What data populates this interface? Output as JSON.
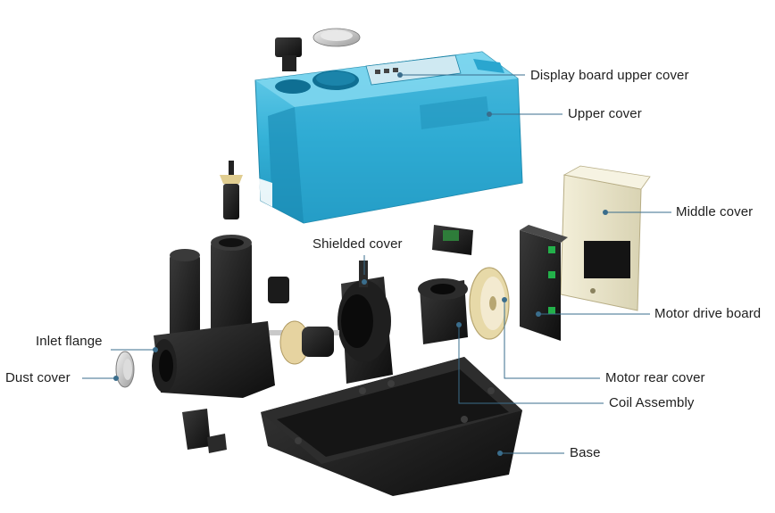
{
  "labels": {
    "display_board_upper_cover": "Display board upper cover",
    "upper_cover": "Upper cover",
    "middle_cover": "Middle cover",
    "shielded_cover": "Shielded cover",
    "motor_drive_board": "Motor drive board",
    "inlet_flange": "Inlet flange",
    "dust_cover": "Dust cover",
    "motor_rear_cover": "Motor rear cover",
    "coil_assembly": "Coil Assembly",
    "base": "Base"
  },
  "colors": {
    "leader_line": "#3a6d8c",
    "upper_cover": "#3cb6dc",
    "middle_cover": "#e8e3c8",
    "dark_parts": "#1c1c1c",
    "impeller": "#e6d3a0",
    "motor_rear_cover": "#e7d9a8"
  }
}
